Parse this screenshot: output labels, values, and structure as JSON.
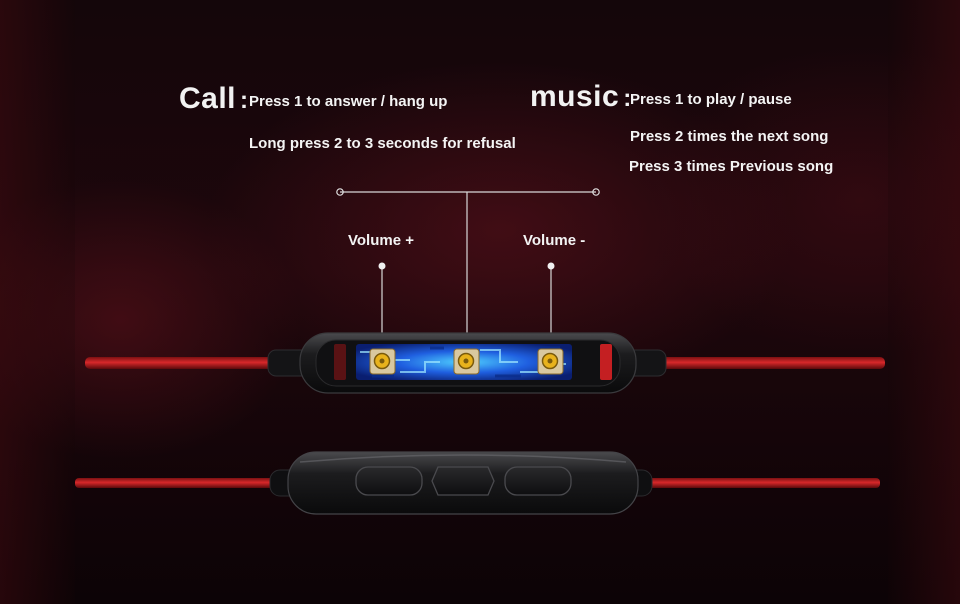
{
  "call": {
    "label": "Call",
    "separator": ":",
    "line1": "Press 1 to answer / hang up",
    "line2": "Long press 2 to 3 seconds for refusal"
  },
  "music": {
    "label": "music",
    "separator": ":",
    "line1": "Press 1 to play / pause",
    "line2": "Press 2 times the next song",
    "line3": "Press 3 times Previous song"
  },
  "volume": {
    "plus": "Volume +",
    "minus": "Volume -"
  },
  "colors": {
    "cable_red": "#c41f22",
    "circuit_blue": "#1f5fe0",
    "contact_gold": "#e8b21c"
  }
}
